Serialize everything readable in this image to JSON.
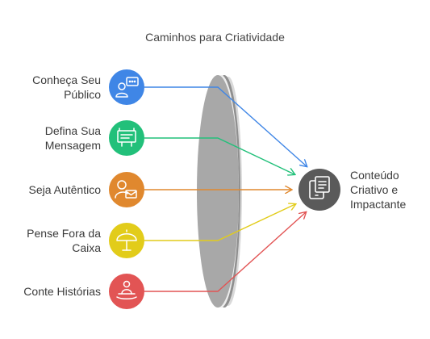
{
  "title": "Caminhos para Criatividade",
  "inputs": [
    {
      "line1": "Conheça Seu",
      "line2": "Público",
      "color": "#3f86e6",
      "icon": "audience-icon"
    },
    {
      "line1": "Defina Sua",
      "line2": "Mensagem",
      "color": "#22c07a",
      "icon": "billboard-icon"
    },
    {
      "line1": "Seja Autêntico",
      "line2": "",
      "color": "#e0882e",
      "icon": "person-mail-icon"
    },
    {
      "line1": "Pense Fora da",
      "line2": "Caixa",
      "color": "#e2cc1a",
      "icon": "umbrella-icon"
    },
    {
      "line1": "Conte Histórias",
      "line2": "",
      "color": "#e25454",
      "icon": "storyteller-icon"
    }
  ],
  "output": {
    "line1": "Conteúdo",
    "line2": "Criativo e",
    "line3": "Impactante",
    "color": "#5a5a5a",
    "icon": "document-tablet-icon"
  },
  "lens_color": "#a8a8a8"
}
